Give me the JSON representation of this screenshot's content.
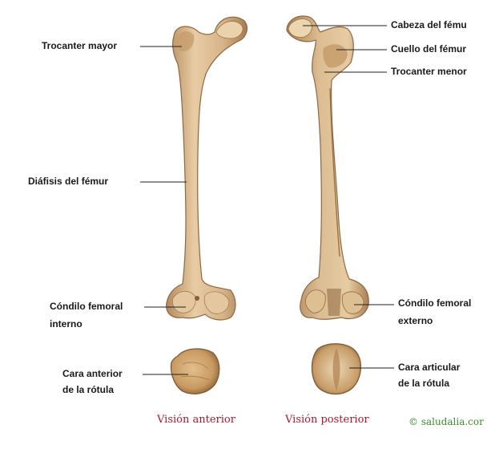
{
  "labels": {
    "trocanter_mayor": "Trocanter mayor",
    "diafisis": "Diáfisis del fémur",
    "condilo_interno_l1": "Cóndilo femoral",
    "condilo_interno_l2": "interno",
    "cara_anterior_l1": "Cara anterior",
    "cara_anterior_l2": "de la rótula",
    "cabeza": "Cabeza del fému",
    "cuello": "Cuello del fémur",
    "trocanter_menor": "Trocanter menor",
    "condilo_externo_l1": "Cóndilo femoral",
    "condilo_externo_l2": "externo",
    "cara_articular_l1": "Cara articular",
    "cara_articular_l2": "de la rótula"
  },
  "captions": {
    "anterior": "Visión anterior",
    "posterior": "Visión posterior"
  },
  "copyright": "© saludalia.cor",
  "colors": {
    "bone": "#d9b88c",
    "bone_shadow": "#b48a5e",
    "bone_highlight": "#f0dcbc",
    "caption_red": "#b3142c",
    "copyright_green": "#3f8a2a"
  }
}
